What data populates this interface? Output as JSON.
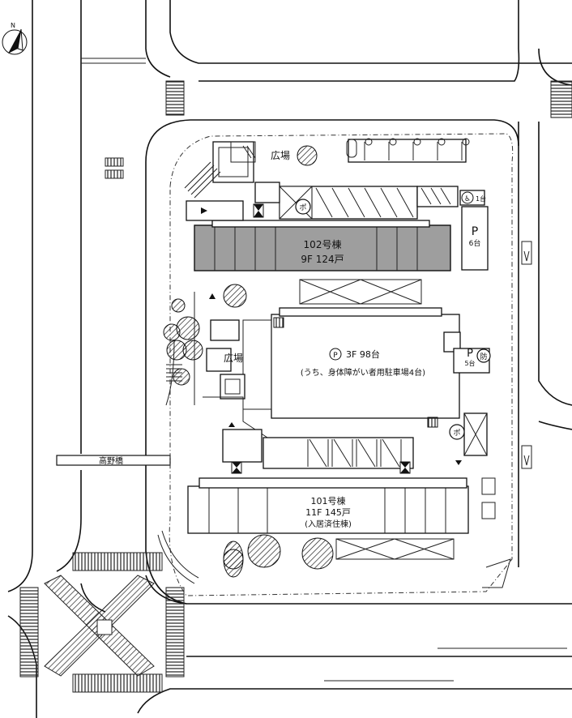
{
  "map": {
    "north_label": "N",
    "buildings": [
      {
        "name": "102号棟",
        "info": "9F 124戸",
        "fill": "#9e9e9e"
      },
      {
        "name": "101号棟",
        "info": "11F 145戸",
        "note": "(入居済住棟)",
        "fill": "#ffffff"
      }
    ],
    "parking_garage": {
      "symbol": "P",
      "title": "3F 98台",
      "note": "(うち、身体障がい者用駐車場4台)"
    },
    "plazas": [
      "広場",
      "広場"
    ],
    "parking_lots": [
      {
        "symbol": "P",
        "count": "6台"
      },
      {
        "symbol": "P",
        "count": "5台"
      }
    ],
    "accessible_spaces": "1台",
    "pump_marks": [
      "ポ",
      "ポ"
    ],
    "disaster_mark": "防",
    "bridge_name": "高野橋",
    "colors": {
      "building_102": "#9e9e9e",
      "line": "#111111",
      "hatch": "#333333"
    }
  }
}
